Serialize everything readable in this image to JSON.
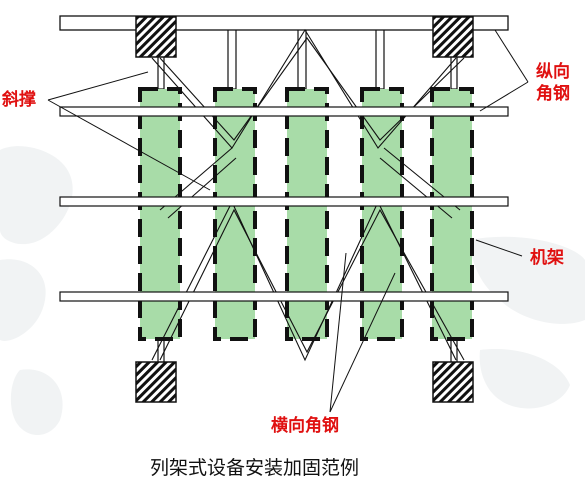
{
  "labels": {
    "diagonal_brace": "斜撑",
    "longitudinal_line1": "纵向",
    "longitudinal_line2": "角钢",
    "rack": "机架",
    "transverse": "横向角钢"
  },
  "caption": "列架式设备安装加固范例",
  "colors": {
    "label": "#e01010",
    "rack_fill": "#a8dca8",
    "line": "#111111",
    "background": "#ffffff"
  }
}
